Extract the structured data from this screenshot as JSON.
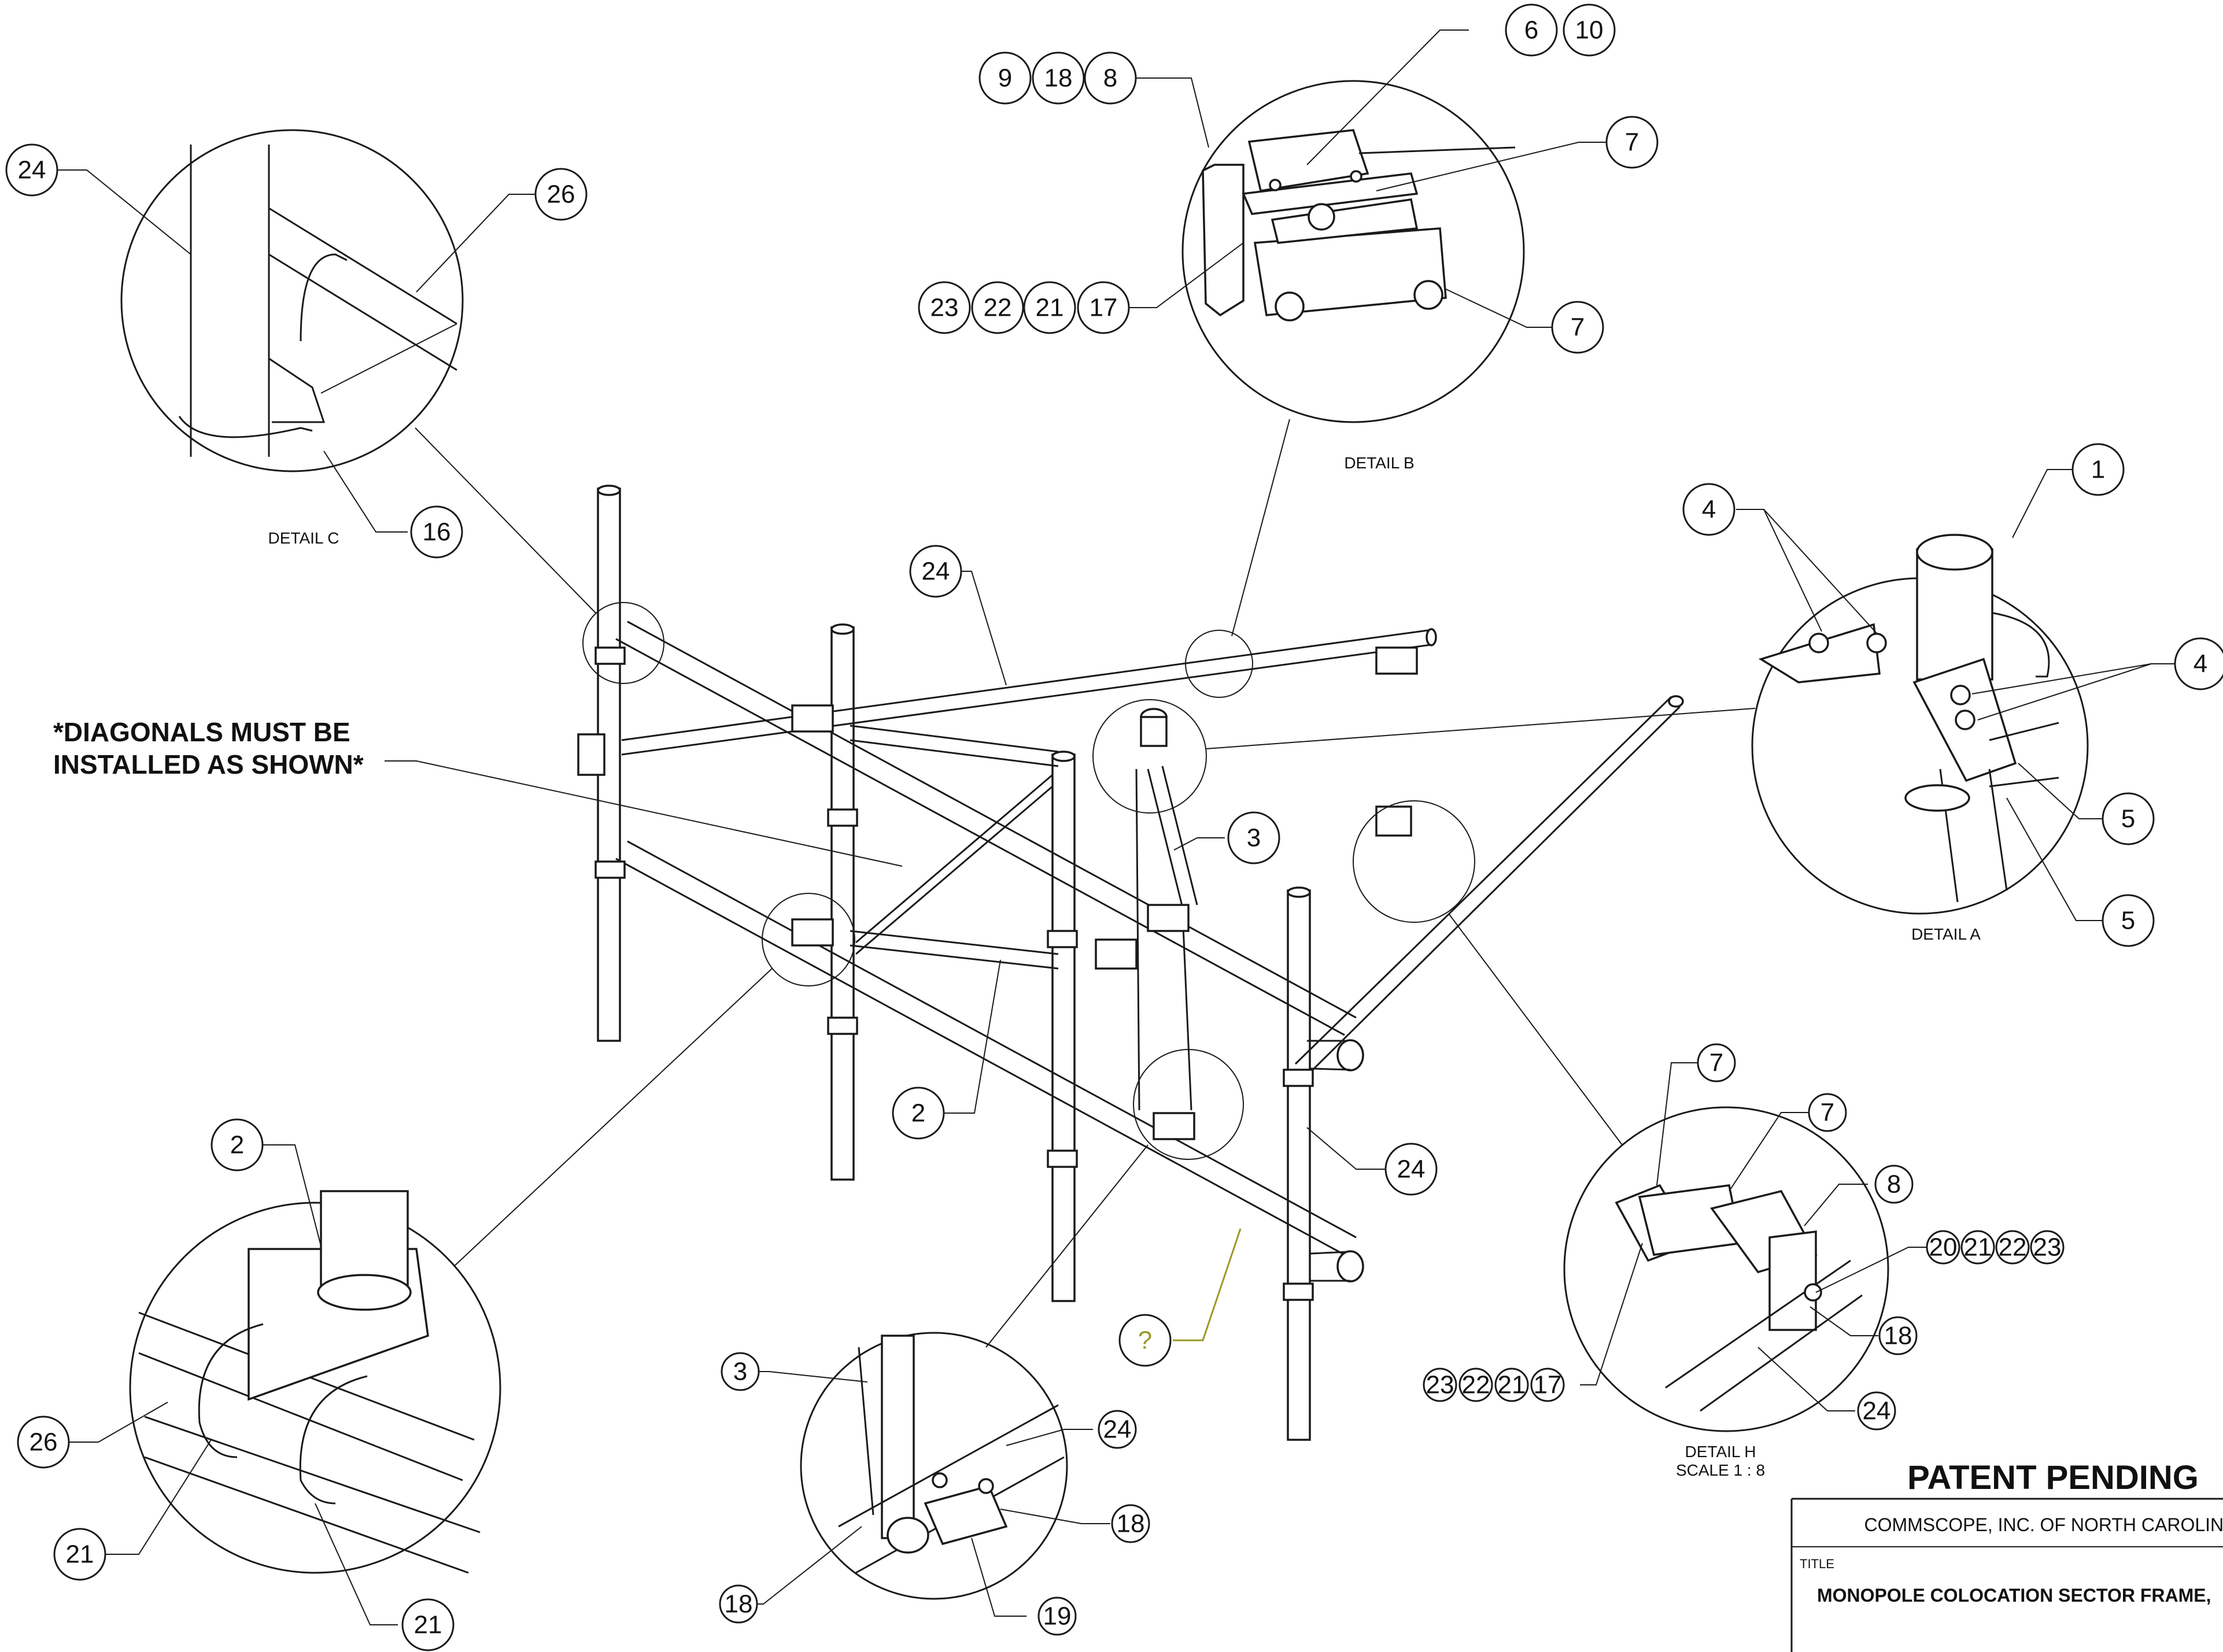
{
  "notes": {
    "diagonals_line1": "*DIAGONALS MUST BE",
    "diagonals_line2": "INSTALLED AS SHOWN*"
  },
  "details": {
    "a": "DETAIL A",
    "b": "DETAIL B",
    "c": "DETAIL C",
    "h": "DETAIL H",
    "h_scale": "SCALE 1 : 8"
  },
  "title_block": {
    "patent": "PATENT PENDING",
    "company": "COMMSCOPE, INC. OF NORTH CAROLINA",
    "title_label": "TITLE",
    "title": "MONOPOLE COLOCATION SECTOR FRAME,"
  },
  "colors": {
    "line": "#1a1a1a",
    "unknown_callout": "#9a9a2a"
  },
  "balloons": [
    "24",
    "26",
    "16",
    "9",
    "18",
    "8",
    "6",
    "10",
    "7",
    "7",
    "23",
    "22",
    "21",
    "17",
    "4",
    "1",
    "4",
    "5",
    "5",
    "24",
    "3",
    "2",
    "24",
    "2",
    "26",
    "21",
    "21",
    "3",
    "24",
    "18",
    "18",
    "19",
    "?",
    "7",
    "7",
    "8",
    "20",
    "21",
    "22",
    "23",
    "18",
    "24",
    "23",
    "22",
    "21",
    "17"
  ]
}
